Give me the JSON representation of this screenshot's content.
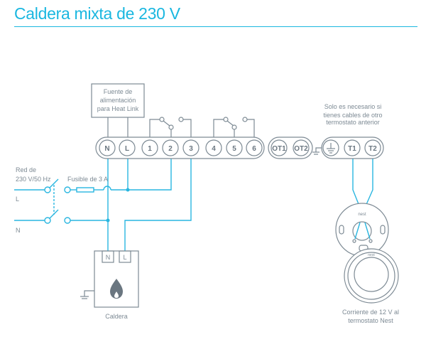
{
  "title": "Caldera mixta de 230 V",
  "power_supply": {
    "label": [
      "Fuente de",
      "alimentación",
      "para Heat Link"
    ]
  },
  "terminals": {
    "main": [
      "N",
      "L",
      "1",
      "2",
      "3",
      "4",
      "5",
      "6"
    ],
    "opentherm": [
      "OT1",
      "OT2"
    ],
    "thermostat": [
      "T1",
      "T2"
    ]
  },
  "note": [
    "Solo es necesario si",
    "tienes cables de otro",
    "termostato anterior"
  ],
  "mains": {
    "label": [
      "Red de",
      "230 V/50 Hz"
    ],
    "live": "L",
    "neutral": "N"
  },
  "fuse": "Fusible de 3 A",
  "boiler": {
    "label": "Caldera",
    "terminals": [
      "N",
      "L"
    ]
  },
  "thermostat": {
    "brand": "nest",
    "label": [
      "Corriente de 12 V al",
      "termostato Nest"
    ]
  },
  "colors": {
    "accent": "#1ab7e0",
    "wire": "#29b6e0",
    "line": "#7d8a94"
  }
}
